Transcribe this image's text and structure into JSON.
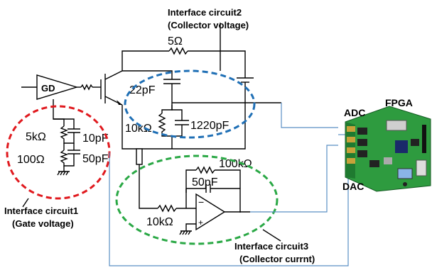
{
  "labels": {
    "ic2_title": "Interface circuit2",
    "ic2_sub": "(Collector voltage)",
    "ic1_title": "Interface circuit1",
    "ic1_sub": "(Gate voltage)",
    "ic3_title": "Interface circuit3",
    "ic3_sub": "(Collector currnt)",
    "gd": "GD",
    "adc": "ADC",
    "dac": "DAC",
    "fpga": "FPGA"
  },
  "components": {
    "r_5ohm": "5Ω",
    "c_22pf": "22pF",
    "r_10k_div": "10kΩ",
    "c_1220pf": "1220pF",
    "r_5k": "5kΩ",
    "c_10pf": "10pF",
    "r_100": "100Ω",
    "c_50pf_gate": "50pF",
    "r_100k": "100kΩ",
    "c_50pf_amp": "50pF",
    "r_10k_amp": "10kΩ"
  },
  "colors": {
    "ic1_ring": "#e0191e",
    "ic2_ring": "#1f6fb5",
    "ic3_ring": "#2aa845",
    "signal_wire": "#5b8fc4",
    "board": "#2e9b3f"
  }
}
